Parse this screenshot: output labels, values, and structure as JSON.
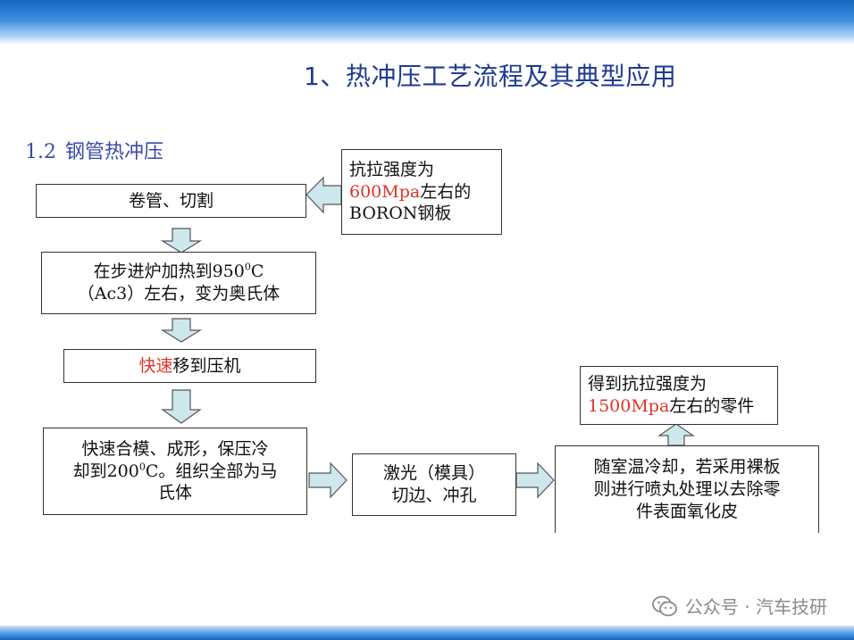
{
  "slide": {
    "title": "1、热冲压工艺流程及其典型应用",
    "section_number": "1.2",
    "section_title": "钢管热冲压"
  },
  "flow": {
    "material": {
      "line1": "抗拉强度为",
      "line2_red": "600Mpa",
      "line2_rest": "左右的",
      "line3": "BORON钢板"
    },
    "step1": "卷管、切割",
    "step2": {
      "line1": "在步进炉加热到950",
      "line1_sup": "0",
      "line1_end": "C",
      "line2": "（Ac3）左右，变为奥氏体"
    },
    "step3": {
      "red": "快速",
      "rest": "移到压机"
    },
    "step4": {
      "line1": "快速合模、成形，保压冷",
      "line2_a": "却到200",
      "line2_sup": "0",
      "line2_b": "C。组织全部为马",
      "line3": "氏体"
    },
    "step5": {
      "line1": "激光（模具）",
      "line2": "切边、冲孔"
    },
    "step6": {
      "line1": "随室温冷却，若采用裸板",
      "line2": "则进行喷丸处理以去除零",
      "line3": "件表面氧化皮"
    },
    "result": {
      "line1": "得到抗拉强度为",
      "line2_red": "1500Mpa",
      "line2_rest": "左右的零件"
    }
  },
  "watermark": {
    "text": "公众号 · 汽车技研",
    "icon": "wechat-icon"
  },
  "colors": {
    "title": "#1f3a93",
    "accent_red": "#e0332a",
    "arrow_fill": "#cde8ec",
    "top_band": "#1565c0"
  }
}
